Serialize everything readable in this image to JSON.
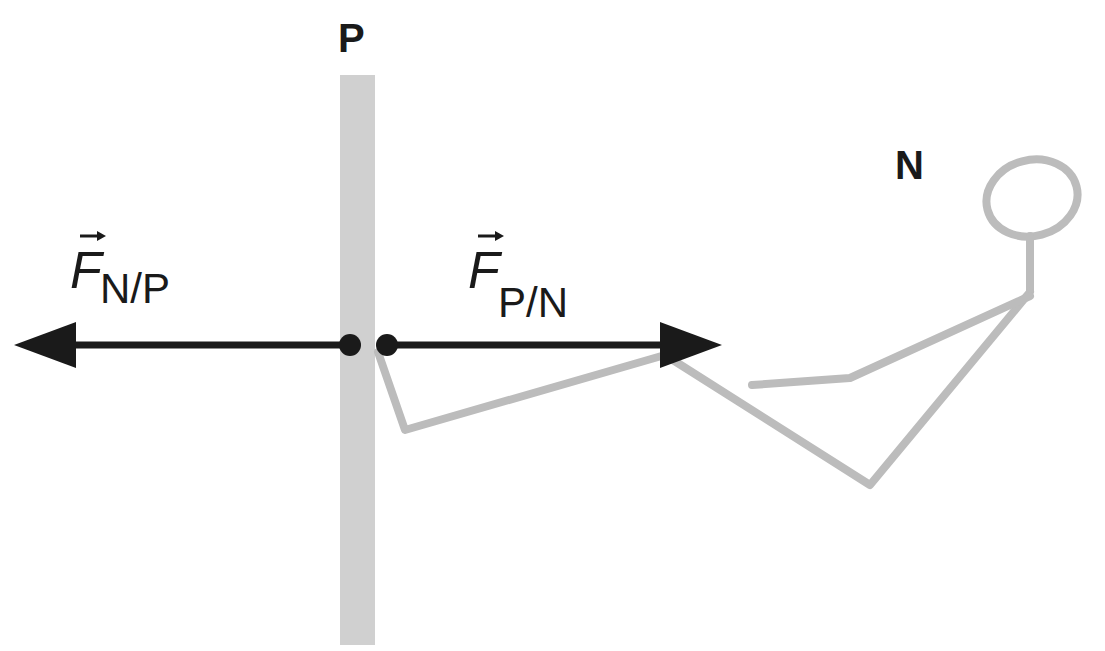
{
  "diagram": {
    "labels": [
      "P",
      "N",
      "F",
      "N/P",
      "F",
      "P/N"
    ]
  }
}
